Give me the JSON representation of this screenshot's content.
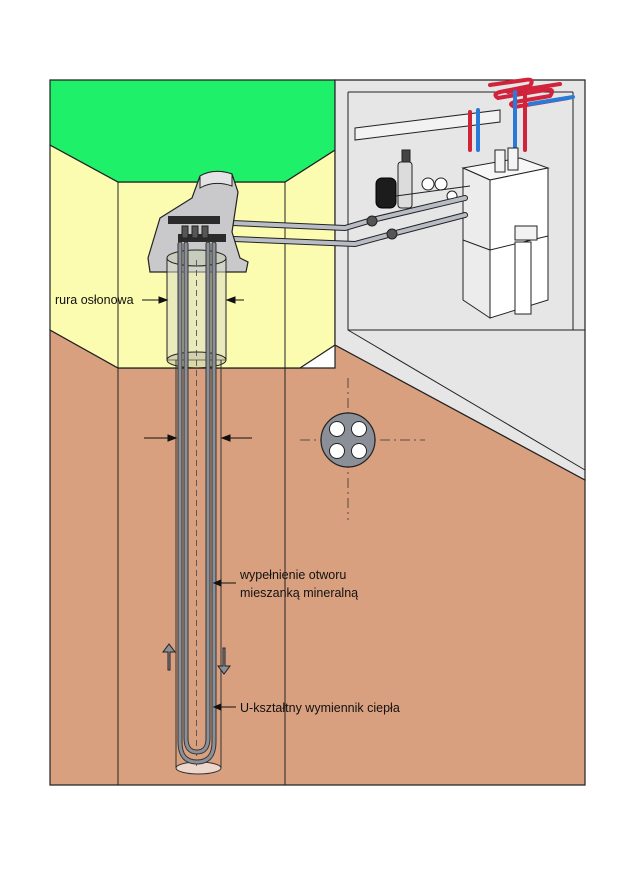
{
  "labels": {
    "casing_pipe": "rura osłonowa",
    "backfill_line1": "wypełnienie otworu",
    "backfill_line2": "mieszanką mineralną",
    "u_exchanger": "U-kształtny wymiennik ciepła"
  },
  "colors": {
    "grass": "#1ef06a",
    "topsoil": "#fcfcb0",
    "subsoil": "#d9a07f",
    "building_interior": "#e6e6e6",
    "pipe_gray": "#8a8f98",
    "heating_red": "#d2233c",
    "heating_blue": "#2a7ad8",
    "outline": "#222222"
  },
  "icons": {
    "flow_up": "arrow-up-icon",
    "flow_down": "arrow-down-icon",
    "cross_section": "borehole-cross-section-icon"
  }
}
